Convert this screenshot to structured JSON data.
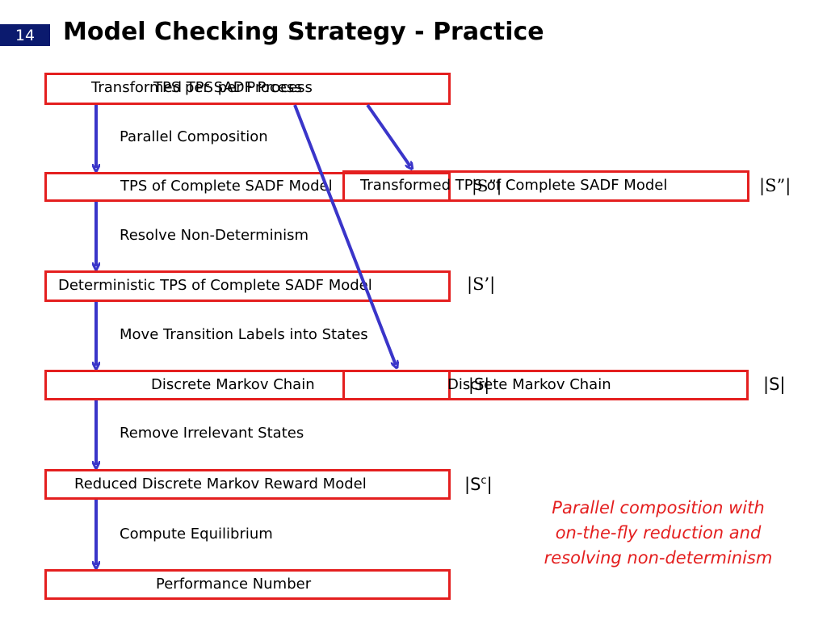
{
  "slide": {
    "number": "14",
    "title": "Model Checking Strategy - Practice"
  },
  "boxes": {
    "b1_a": "Transformed TPS per Process",
    "b1_b": "TPS per SADF Process",
    "b2_left": "TPS of Complete SADF Model",
    "b2_right": "Transformed TPS of Complete SADF Model",
    "b3": "Deterministic TPS of Complete SADF Model",
    "b4_left": "Discrete Markov Chain",
    "b4_right": "Discrete Markov Chain",
    "b5": "Reduced Discrete Markov Reward Model",
    "b6": "Performance Number"
  },
  "steps": {
    "s1": "Parallel Composition",
    "s2": "Resolve Non-Determinism",
    "s3": "Move Transition Labels into States",
    "s4": "Remove Irrelevant States",
    "s5": "Compute Equilibrium"
  },
  "sets": {
    "s_dd_right": "|S”|",
    "s_d_right": "|S’|",
    "s_right": "|S|",
    "s_c": "|S",
    "s_c_sup": "c",
    "s_c_end": "|",
    "s_dd_mid": "|S”|",
    "s_mid": "|S|"
  },
  "note": {
    "line1": "Parallel composition with",
    "line2": "on-the-fly reduction and",
    "line3": "resolving non-determinism"
  },
  "colors": {
    "box_border": "#e41f1f",
    "arrow": "#3a35c9",
    "note": "#e41f1f",
    "slide_num_bg": "#0b1a6e"
  }
}
